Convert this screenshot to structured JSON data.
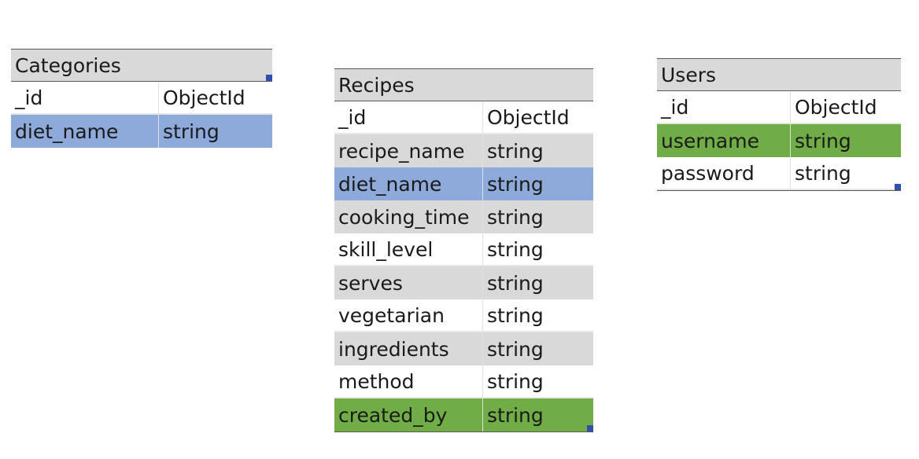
{
  "tables": {
    "categories": {
      "title": "Categories",
      "rows": [
        {
          "field": "_id",
          "type": "ObjectId",
          "highlight": "white"
        },
        {
          "field": "diet_name",
          "type": "string",
          "highlight": "blue"
        }
      ]
    },
    "recipes": {
      "title": "Recipes",
      "rows": [
        {
          "field": "_id",
          "type": "ObjectId",
          "highlight": "white"
        },
        {
          "field": "recipe_name",
          "type": "string",
          "highlight": "grey"
        },
        {
          "field": "diet_name",
          "type": "string",
          "highlight": "blue"
        },
        {
          "field": "cooking_time",
          "type": "string",
          "highlight": "grey"
        },
        {
          "field": "skill_level",
          "type": "string",
          "highlight": "white"
        },
        {
          "field": "serves",
          "type": "string",
          "highlight": "grey"
        },
        {
          "field": "vegetarian",
          "type": "string",
          "highlight": "white"
        },
        {
          "field": "ingredients",
          "type": "string",
          "highlight": "grey"
        },
        {
          "field": "method",
          "type": "string",
          "highlight": "white"
        },
        {
          "field": "created_by",
          "type": "string",
          "highlight": "green"
        }
      ]
    },
    "users": {
      "title": "Users",
      "rows": [
        {
          "field": "_id",
          "type": "ObjectId",
          "highlight": "white"
        },
        {
          "field": "username",
          "type": "string",
          "highlight": "green"
        },
        {
          "field": "password",
          "type": "string",
          "highlight": "white"
        }
      ]
    }
  },
  "colors": {
    "header": "#d9d9d9",
    "blue": "#8eaadb",
    "green": "#70ad47",
    "handle": "#2f4eae"
  }
}
